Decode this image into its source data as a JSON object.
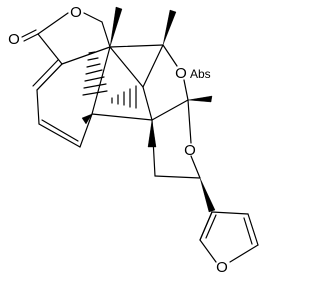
{
  "molecule": {
    "atoms": [
      {
        "id": "O_carbonyl",
        "label": "O"
      },
      {
        "id": "O_lactone",
        "label": "O"
      },
      {
        "id": "O_epoxide",
        "label": "O"
      },
      {
        "id": "O_ether",
        "label": "O"
      },
      {
        "id": "O_furan",
        "label": "O"
      }
    ],
    "stereo_flag": "Abs",
    "colors": {
      "ink": "#000000",
      "background": "#ffffff"
    }
  }
}
